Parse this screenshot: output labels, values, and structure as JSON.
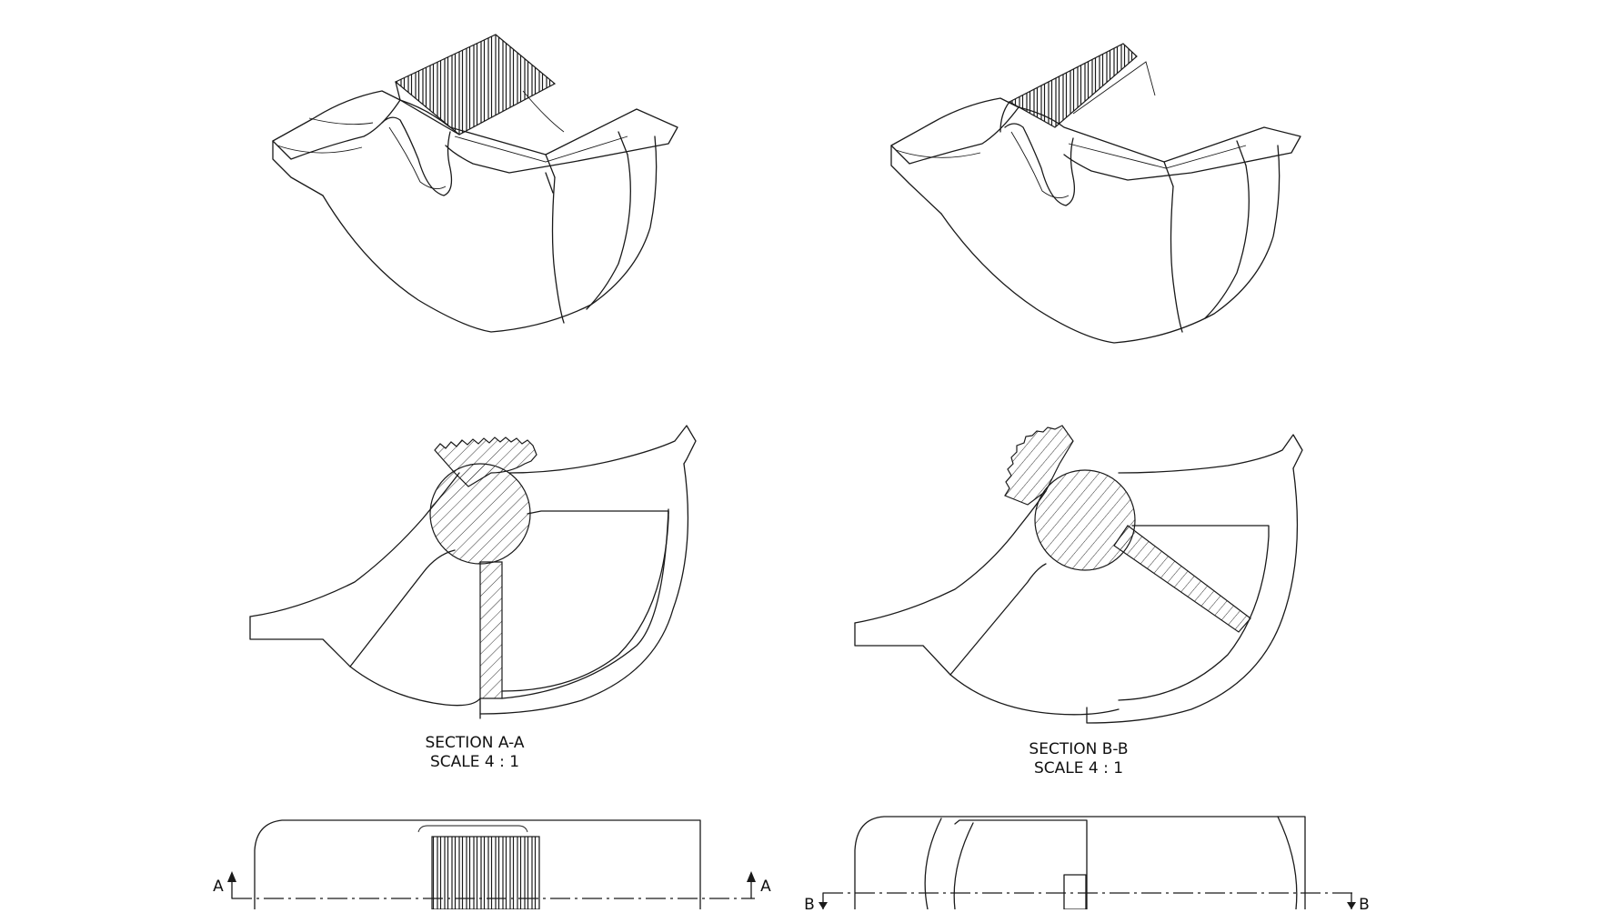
{
  "drawing": {
    "section_a": {
      "title": "SECTION A-A",
      "scale": "SCALE 4 : 1"
    },
    "section_b": {
      "title": "SECTION B-B",
      "scale": "SCALE 4 : 1"
    },
    "cut_a_left": "A",
    "cut_a_right": "A",
    "cut_b_left": "B",
    "cut_b_right": "B"
  }
}
